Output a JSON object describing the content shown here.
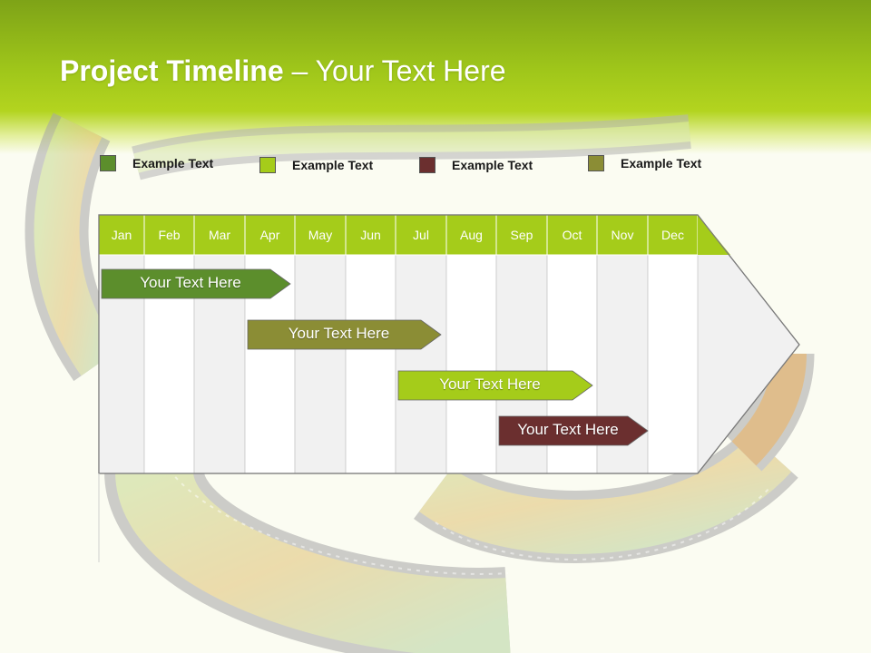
{
  "title": {
    "bold": "Project Timeline",
    "rest": " – Your Text Here"
  },
  "legend": [
    {
      "label": "Example Text",
      "color": "#5c8e2c"
    },
    {
      "label": "Example Text",
      "color": "#a5cc1a"
    },
    {
      "label": "Example Text",
      "color": "#6b2f2f"
    },
    {
      "label": "Example Text",
      "color": "#8b8d35"
    }
  ],
  "months": [
    "Jan",
    "Feb",
    "Mar",
    "Apr",
    "May",
    "Jun",
    "Jul",
    "Aug",
    "Sep",
    "Oct",
    "Nov",
    "Dec"
  ],
  "bars": [
    {
      "label": "Your  Text Here",
      "start": "Jan",
      "end": "Apr",
      "color": "#5c8e2c"
    },
    {
      "label": "Your  Text Here",
      "start": "Apr",
      "end": "Jul",
      "color": "#8b8d35"
    },
    {
      "label": "Your  Text Here",
      "start": "Jul",
      "end": "Oct",
      "color": "#a5cc1a"
    },
    {
      "label": "Your  Text Here",
      "start": "Sep",
      "end": "Dec",
      "color": "#6b2f2f"
    }
  ],
  "colors": {
    "accent": "#a5cc1a",
    "header_dark": "#7ea317"
  }
}
